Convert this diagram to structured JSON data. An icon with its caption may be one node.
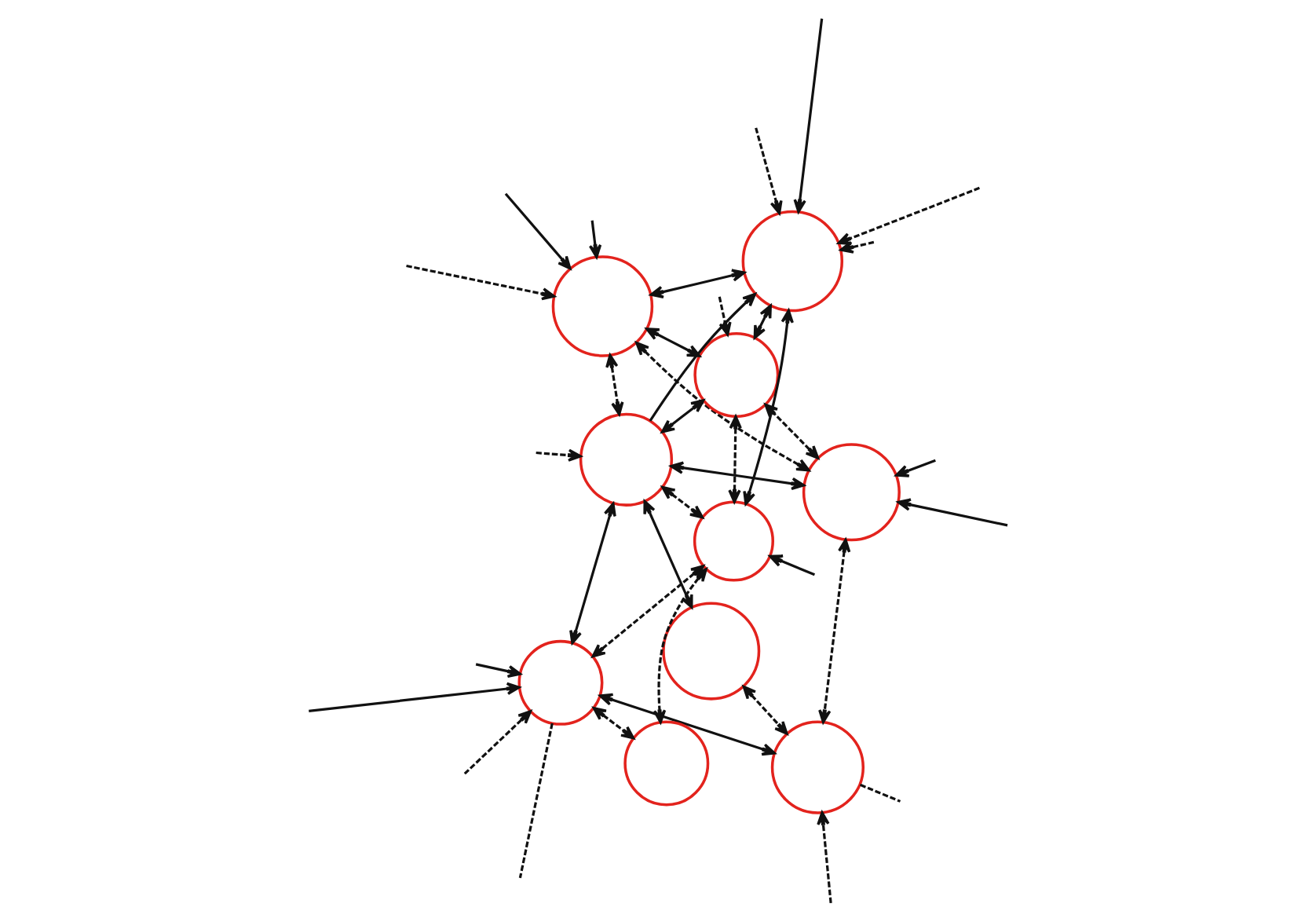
{
  "diagram": {
    "nodes": [
      {
        "text": [],
        "shape": "circle"
      },
      {
        "text": [],
        "shape": "circle"
      },
      {
        "text": [],
        "shape": "circle"
      },
      {
        "text": [],
        "shape": "circle"
      },
      {
        "text": [],
        "shape": "circle"
      },
      {
        "text": [],
        "shape": "circle"
      },
      {
        "text": [],
        "shape": "circle"
      },
      {
        "text": [],
        "shape": "circle"
      },
      {
        "text": [],
        "shape": "circle"
      },
      {
        "text": [],
        "shape": "circle"
      }
    ],
    "edges": [
      {
        "from": null,
        "to": 0,
        "arrow": "to",
        "style": "dashed"
      },
      {
        "from": null,
        "to": 0,
        "arrow": "to"
      },
      {
        "from": null,
        "to": 0,
        "arrow": "to"
      },
      {
        "from": 0,
        "to": 1,
        "arrow": "both",
        "style": "dashed"
      },
      {
        "from": null,
        "to": 1,
        "arrow": "to"
      },
      {
        "from": null,
        "to": 1,
        "arrow": "to"
      },
      {
        "from": 1,
        "to": 3,
        "arrow": "both",
        "style": "dashed"
      },
      {
        "from": 2,
        "to": 3,
        "arrow": "both",
        "style": "dashed"
      },
      {
        "from": null,
        "to": 3,
        "arrow": "to",
        "style": "dashed"
      },
      {
        "from": 3,
        "to": null,
        "arrow": "none",
        "style": "dashed"
      },
      {
        "from": 2,
        "to": 5,
        "arrow": "both"
      },
      {
        "from": 1,
        "to": 5,
        "arrow": "both"
      },
      {
        "from": 0,
        "to": 5,
        "arrow": "both",
        "style": "dashed"
      },
      {
        "from": 0,
        "to": 4,
        "arrow": "both"
      },
      {
        "from": 1,
        "to": 4,
        "arrow": "both",
        "style": "dashed"
      },
      {
        "from": 0,
        "to": 7,
        "arrow": "both"
      },
      {
        "from": null,
        "to": 4,
        "arrow": "to",
        "style": "dashed"
      },
      {
        "from": 4,
        "to": 5,
        "arrow": "both"
      },
      {
        "from": 4,
        "to": 7,
        "arrow": "both"
      },
      {
        "from": 5,
        "to": 7,
        "arrow": "to"
      },
      {
        "from": 5,
        "to": 8,
        "arrow": "both",
        "style": "dashed"
      },
      {
        "from": 4,
        "to": 8,
        "arrow": "both",
        "style": "dashed"
      },
      {
        "from": 5,
        "to": 6,
        "arrow": "both"
      },
      {
        "from": null,
        "to": 5,
        "arrow": "to",
        "style": "dashed"
      },
      {
        "from": 3,
        "to": 6,
        "arrow": "both"
      },
      {
        "from": null,
        "to": 6,
        "arrow": "to"
      },
      {
        "from": 6,
        "to": null,
        "arrow": "none",
        "style": "dashed"
      },
      {
        "from": 8,
        "to": 6,
        "arrow": "both",
        "style": "dashed"
      },
      {
        "from": null,
        "to": 6,
        "arrow": "to",
        "style": "dashed"
      },
      {
        "from": 7,
        "to": 8,
        "arrow": "both"
      },
      {
        "from": null,
        "to": 7,
        "arrow": "to"
      },
      {
        "from": null,
        "to": 7,
        "arrow": "to",
        "style": "dashed"
      },
      {
        "from": null,
        "to": 7,
        "arrow": "to",
        "style": "dashed"
      },
      {
        "from": null,
        "to": 7,
        "arrow": "to",
        "style": "dashed"
      },
      {
        "from": null,
        "to": 8,
        "arrow": "to"
      },
      {
        "from": 8,
        "to": 9,
        "arrow": "both",
        "style": "dashed"
      },
      {
        "from": 6,
        "to": 9,
        "arrow": "both",
        "style": "dashed"
      },
      {
        "from": null,
        "to": 6,
        "arrow": "to"
      }
    ]
  }
}
